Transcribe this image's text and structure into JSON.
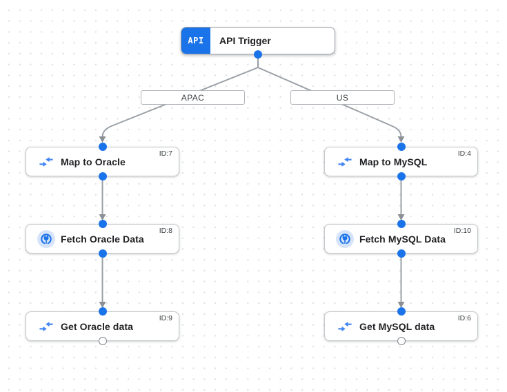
{
  "trigger": {
    "badge_label": "API",
    "title": "API Trigger"
  },
  "branches": {
    "apac_label": "APAC",
    "us_label": "US"
  },
  "nodes": {
    "map_oracle": {
      "title": "Map to Oracle",
      "id_label": "ID:7",
      "icon": "data-mapping-icon"
    },
    "fetch_oracle": {
      "title": "Fetch Oracle Data",
      "id_label": "ID:8",
      "icon": "connector-icon"
    },
    "get_oracle": {
      "title": "Get Oracle data",
      "id_label": "ID:9",
      "icon": "data-mapping-icon"
    },
    "map_mysql": {
      "title": "Map to MySQL",
      "id_label": "ID:4",
      "icon": "data-mapping-icon"
    },
    "fetch_mysql": {
      "title": "Fetch MySQL Data",
      "id_label": "ID:10",
      "icon": "connector-icon"
    },
    "get_mysql": {
      "title": "Get MySQL data",
      "id_label": "ID:6",
      "icon": "data-mapping-icon"
    }
  },
  "colors": {
    "trigger_badge_blue": "#1a73e8",
    "port_blue": "#1a73e8",
    "open_port_border": "#80868b",
    "icon_blue": "#4285f4",
    "connector_icon_bg": "#d6e4fb",
    "edge_gray": "#9aa0a6",
    "arrowhead_gray": "#8a9095",
    "node_border": "#c3c7cb",
    "title_text": "#202124",
    "grid_dot": "#dfdfdf"
  }
}
